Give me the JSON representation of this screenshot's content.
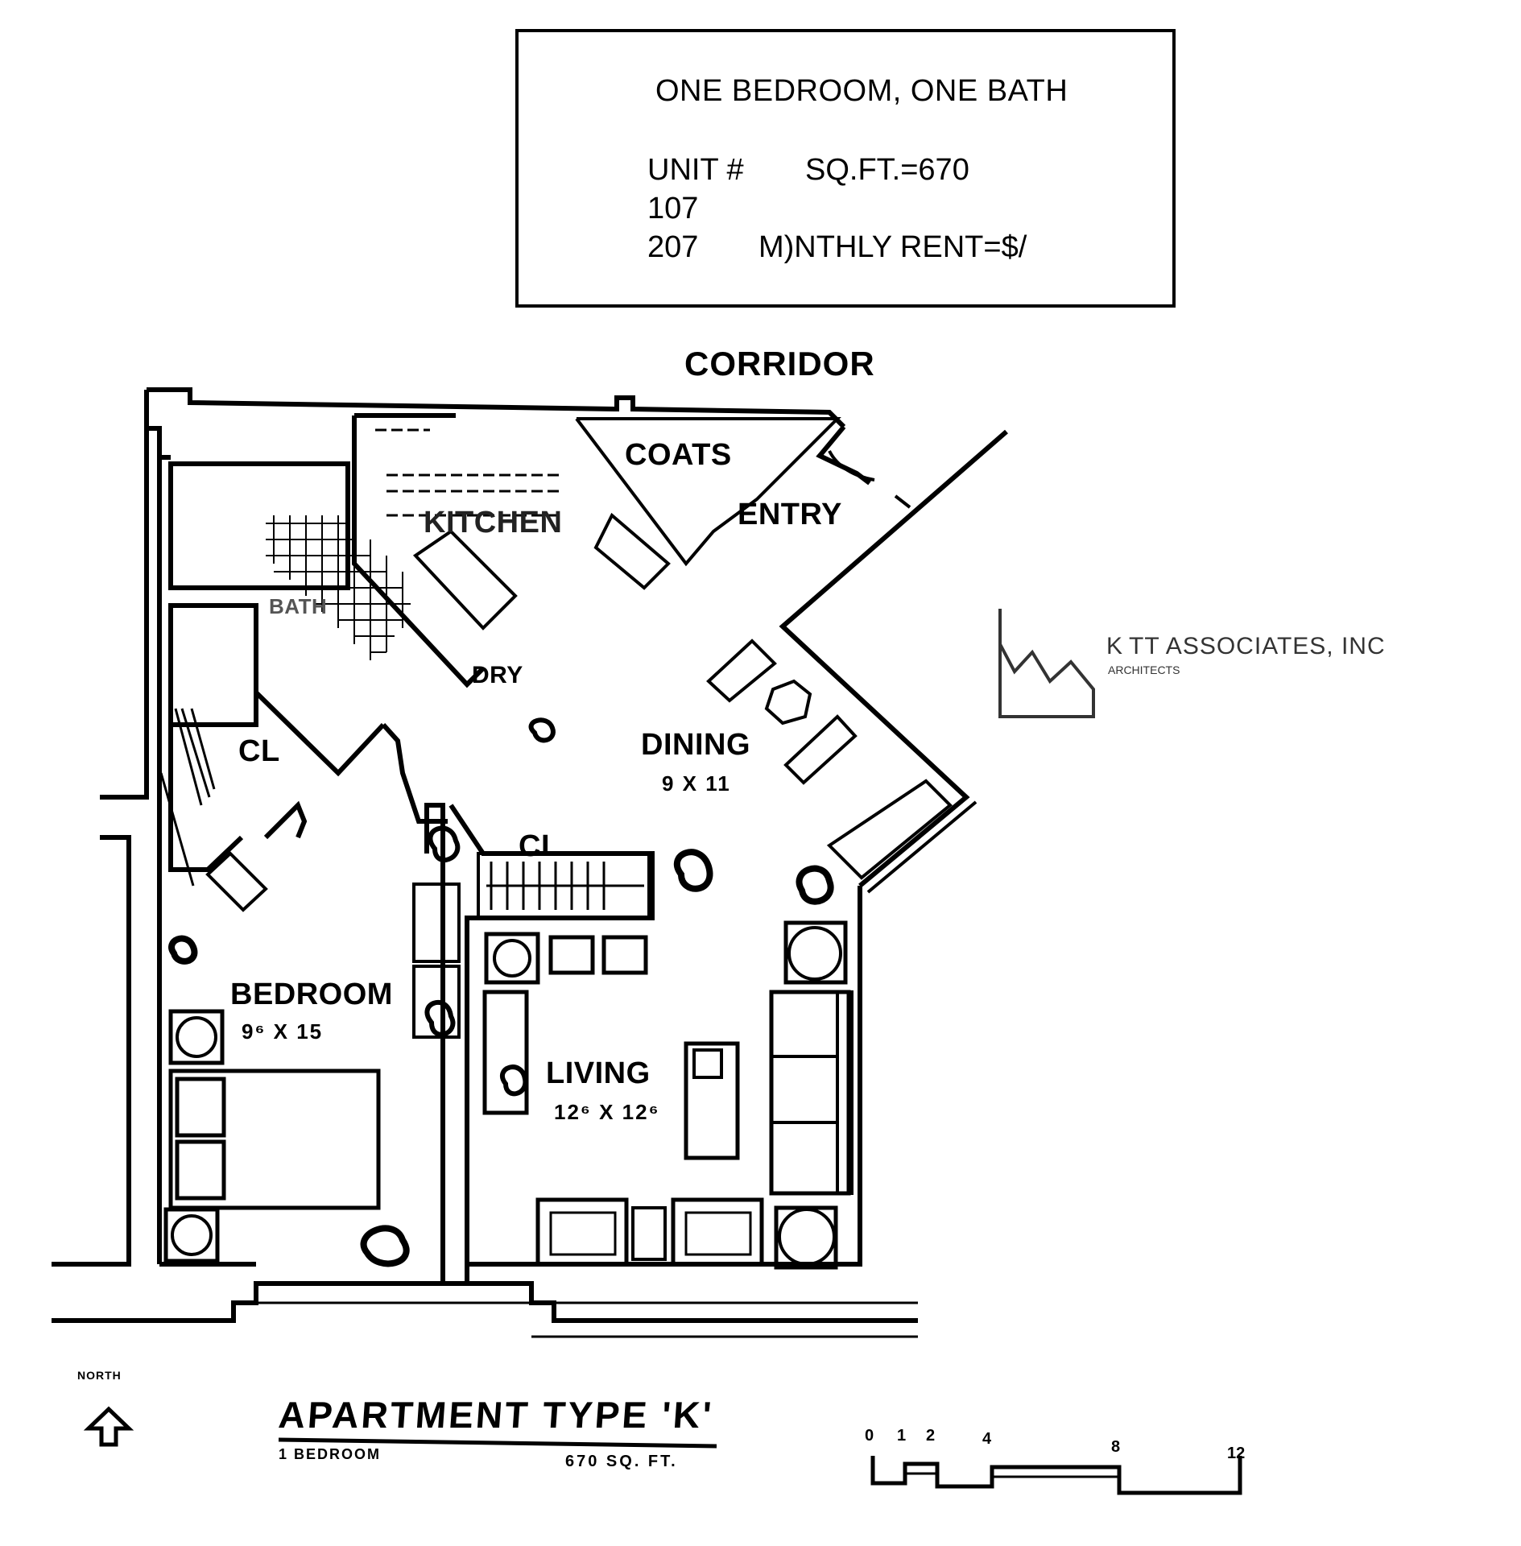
{
  "info_box": {
    "title": "ONE BEDROOM, ONE BATH",
    "unit_label": "UNIT #",
    "sqft": "SQ.FT.=670",
    "unit_1": "107",
    "unit_2": "207",
    "rent": "M)NTHLY RENT=$/"
  },
  "plan": {
    "corridor": "CORRIDOR",
    "coats": "COATS",
    "entry": "ENTRY",
    "kitchen": "KITCHEN",
    "bath": "BATH",
    "dry": "DRY",
    "closet_1": "CL",
    "closet_2": "CL",
    "dining": "DINING",
    "dining_dim": "9 X 11",
    "bedroom": "BEDROOM",
    "bedroom_dim": "9⁶ X 15",
    "living": "LIVING",
    "living_dim": "12⁶ X 12⁶"
  },
  "logo": {
    "name": "K TT ASSOCIATES, INC",
    "line_1": "ARCHITECTS",
    "line_2": "",
    "line_3": "",
    "line_4": ""
  },
  "legend": {
    "north": "NORTH",
    "title": "APARTMENT TYPE 'K'",
    "subtitle": "1 BEDROOM",
    "sqft": "670  SQ. FT.",
    "scale_ticks": [
      "0",
      "1",
      "2",
      "4",
      "8",
      "12"
    ]
  }
}
